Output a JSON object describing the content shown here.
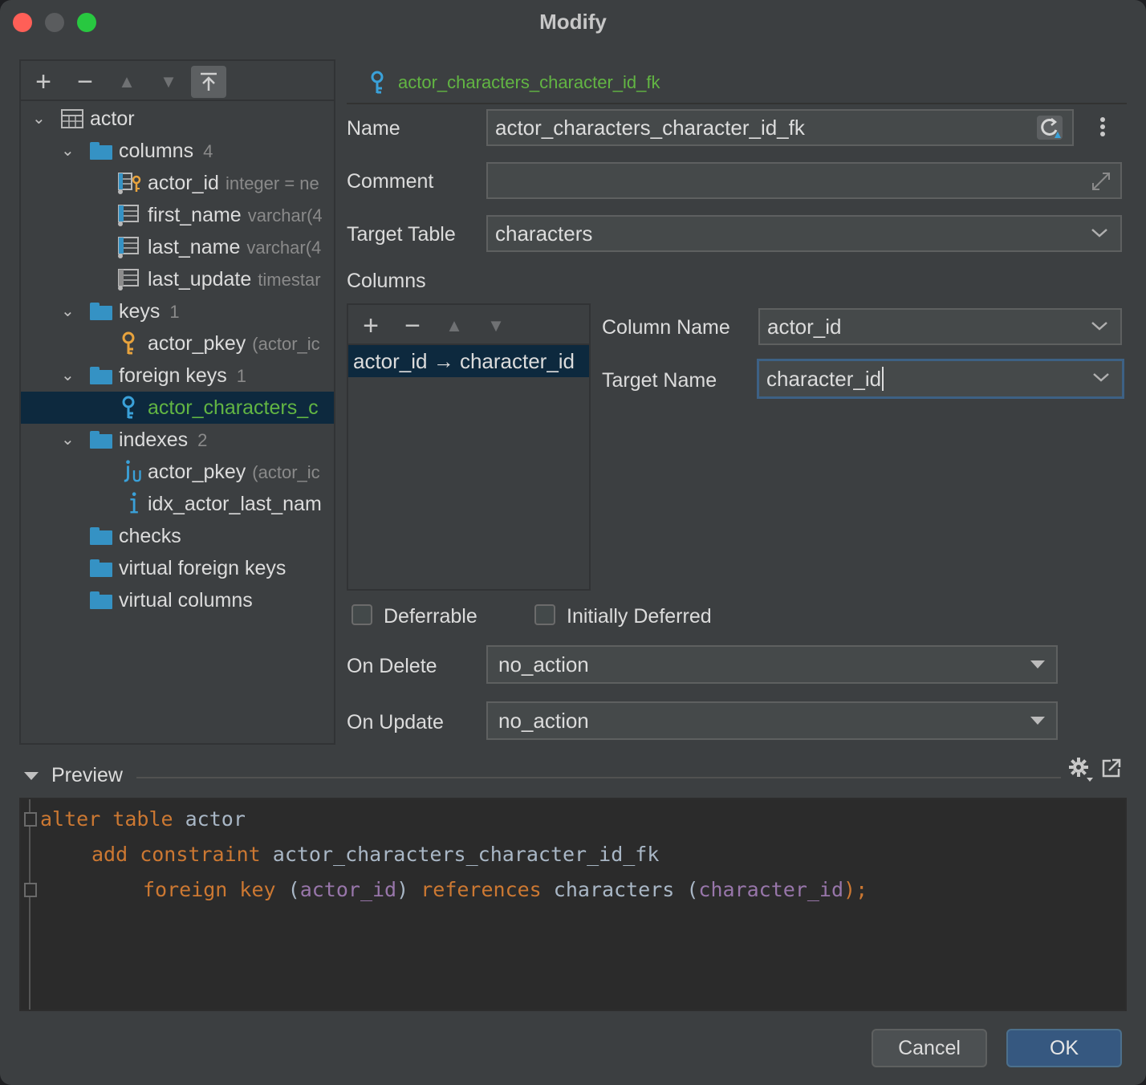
{
  "window": {
    "title": "Modify"
  },
  "tree_toolbar": {
    "add_glyph": "+",
    "remove_glyph": "−",
    "up_glyph": "▲",
    "down_glyph": "▼"
  },
  "tree": {
    "table": {
      "label": "actor"
    },
    "columns": {
      "label": "columns",
      "count": "4",
      "items": [
        {
          "name": "actor_id",
          "meta": "integer = ne"
        },
        {
          "name": "first_name",
          "meta": "varchar(4"
        },
        {
          "name": "last_name",
          "meta": "varchar(4"
        },
        {
          "name": "last_update",
          "meta": "timestar"
        }
      ]
    },
    "keys": {
      "label": "keys",
      "count": "1",
      "items": [
        {
          "name": "actor_pkey",
          "meta": "(actor_ic"
        }
      ]
    },
    "foreign_keys": {
      "label": "foreign keys",
      "count": "1",
      "items": [
        {
          "name": "actor_characters_c"
        }
      ]
    },
    "indexes": {
      "label": "indexes",
      "count": "2",
      "items": [
        {
          "name": "actor_pkey",
          "meta": "(actor_ic"
        },
        {
          "name": "idx_actor_last_nam"
        }
      ]
    },
    "checks": {
      "label": "checks"
    },
    "virtual_foreign_keys": {
      "label": "virtual foreign keys"
    },
    "virtual_columns": {
      "label": "virtual columns"
    }
  },
  "form": {
    "header": "actor_characters_character_id_fk",
    "name_label": "Name",
    "name_value": "actor_characters_character_id_fk",
    "comment_label": "Comment",
    "comment_value": "",
    "target_table_label": "Target Table",
    "target_table_value": "characters",
    "columns_label": "Columns",
    "column_mapping": "actor_id → character_id",
    "column_name_label": "Column Name",
    "column_name_value": "actor_id",
    "target_name_label": "Target Name",
    "target_name_value": "character_id",
    "deferrable_label": "Deferrable",
    "initially_deferred_label": "Initially Deferred",
    "on_delete_label": "On Delete",
    "on_delete_value": "no_action",
    "on_update_label": "On Update",
    "on_update_value": "no_action"
  },
  "preview": {
    "label": "Preview",
    "line1": {
      "kw": "alter table",
      "rest": " actor"
    },
    "line2": {
      "kw": "add constraint",
      "rest": " actor_characters_character_id_fk"
    },
    "line3": {
      "kw1": "foreign key",
      "p1": " (",
      "col1": "actor_id",
      "p2": ") ",
      "kw2": "references",
      "mid": " characters (",
      "col2": "character_id",
      "end": ");"
    }
  },
  "buttons": {
    "cancel": "Cancel",
    "ok": "OK"
  },
  "colors": {
    "accent_blue": "#3592c4",
    "fk_green": "#62b543",
    "key_gold": "#e8a33d",
    "selection": "#0d293e"
  }
}
